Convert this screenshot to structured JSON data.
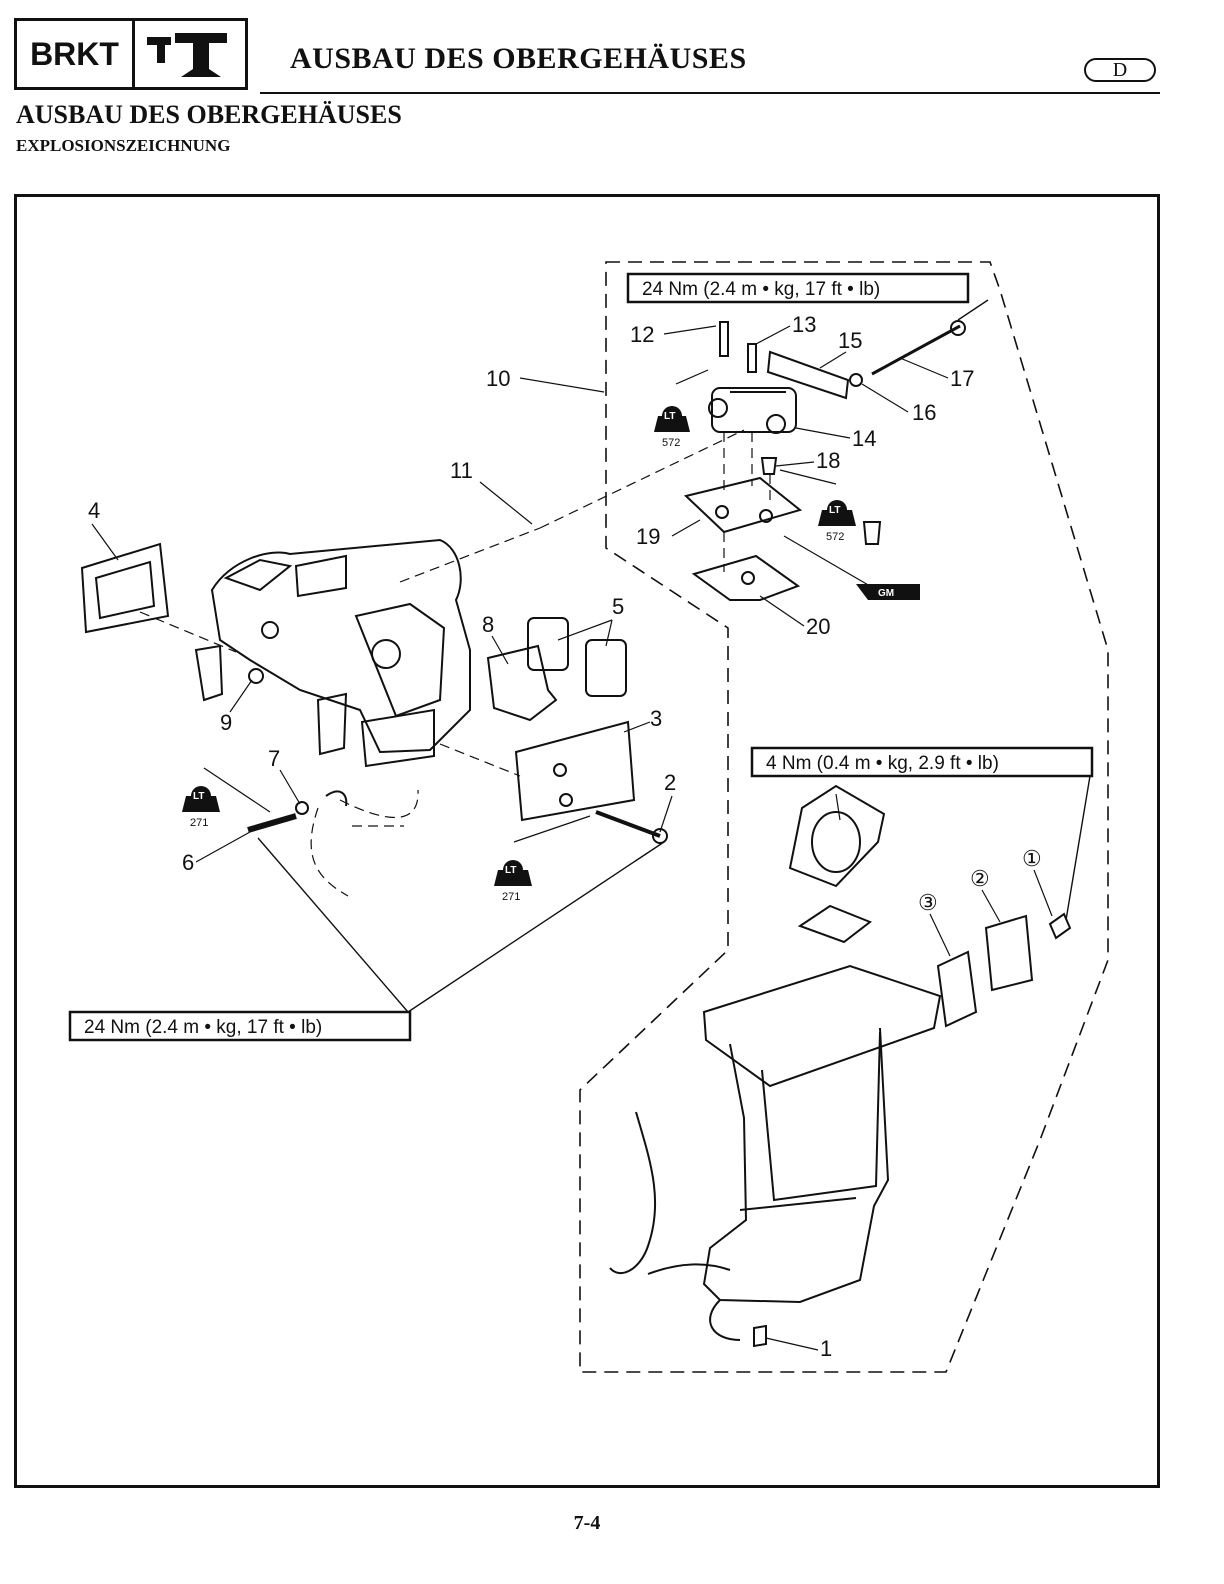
{
  "header": {
    "badge_text": "BRKT",
    "badge_icon": "bracket-icon",
    "title": "AUSBAU DES OBERGEHÄUSES",
    "language_badge": "D"
  },
  "section": {
    "title": "AUSBAU DES OBERGEHÄUSES",
    "subtitle": "EXPLOSIONSZEICHNUNG"
  },
  "diagram": {
    "torque_specs": [
      "24 Nm (2.4 m • kg, 17 ft • lb)",
      "4 Nm (0.4 m • kg, 2.9 ft • lb)",
      "24 Nm (2.4 m • kg, 17 ft • lb)"
    ],
    "callouts": [
      "1",
      "2",
      "3",
      "4",
      "5",
      "6",
      "7",
      "8",
      "9",
      "10",
      "11",
      "12",
      "13",
      "14",
      "15",
      "16",
      "17",
      "18",
      "19",
      "20"
    ],
    "circled_callouts": [
      "①",
      "②",
      "③"
    ],
    "lt_labels": [
      {
        "icon": "LT",
        "code": "572"
      },
      {
        "icon": "LT",
        "code": "572"
      },
      {
        "icon": "LT",
        "code": "271"
      },
      {
        "icon": "LT",
        "code": "271"
      }
    ],
    "gm_label": "GM"
  },
  "footer": {
    "page_number": "7-4"
  }
}
